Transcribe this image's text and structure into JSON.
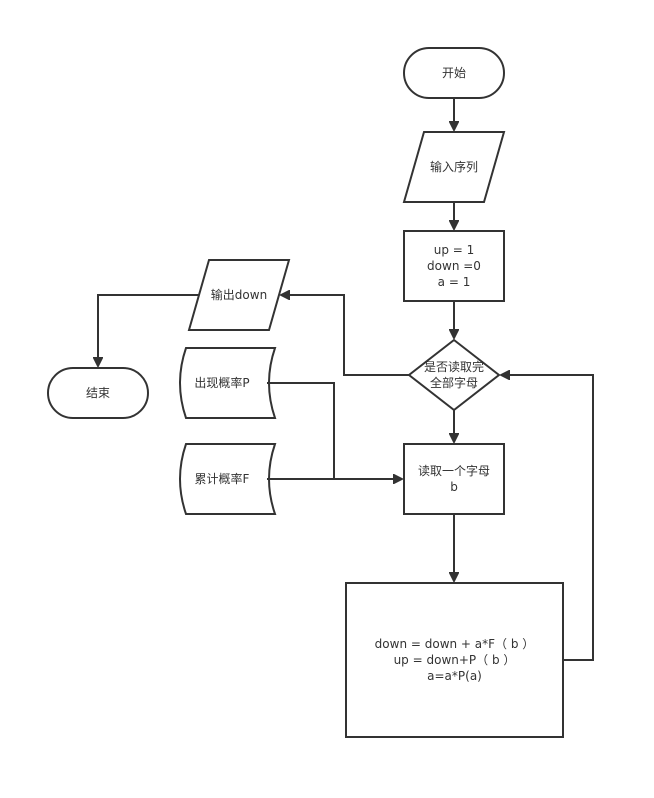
{
  "nodes": {
    "start": {
      "label": "开始"
    },
    "input": {
      "label": "输入序列"
    },
    "init": {
      "lines": [
        "up = 1",
        "down =0",
        "a = 1"
      ]
    },
    "decision": {
      "lines": [
        "是否读取完",
        "全部字母"
      ]
    },
    "output": {
      "label": "输出down"
    },
    "end": {
      "label": "结束"
    },
    "appear_prob": {
      "label": "出现概率P"
    },
    "cum_prob": {
      "label": "累计概率F"
    },
    "read": {
      "lines": [
        "读取一个字母",
        "b"
      ]
    },
    "update": {
      "lines": [
        "down = down + a*F（ b ）",
        "up = down+P（ b ）",
        "a=a*P(a)"
      ]
    }
  }
}
